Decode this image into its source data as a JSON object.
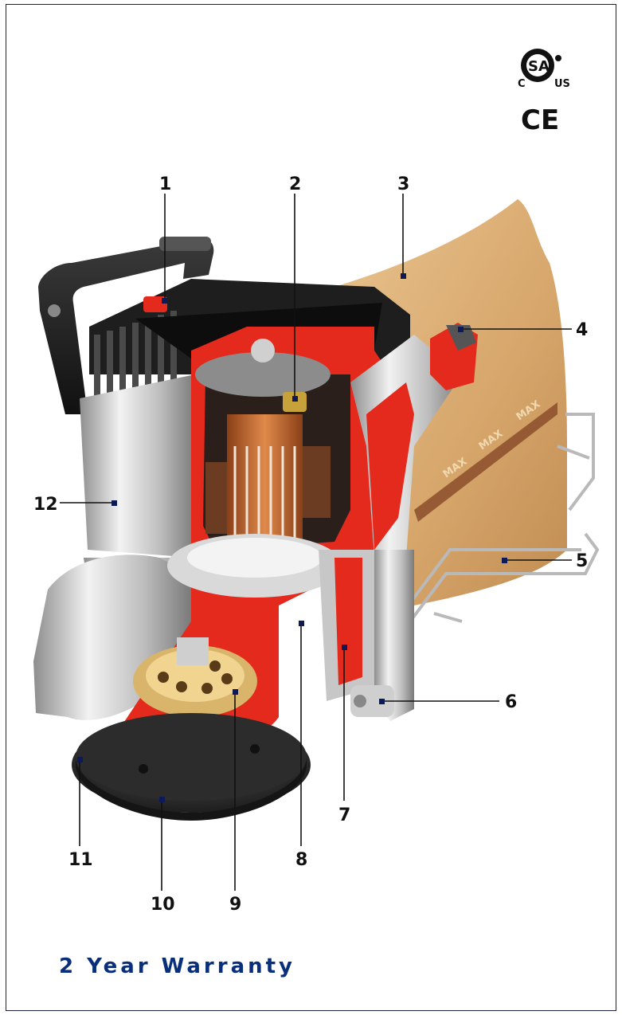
{
  "certifications": {
    "csa_logo_letters": "SA",
    "csa_left": "C",
    "csa_right": "US",
    "ce_mark": "CE"
  },
  "bag_print": "MAX",
  "callouts": [
    {
      "id": "1"
    },
    {
      "id": "2"
    },
    {
      "id": "3"
    },
    {
      "id": "4"
    },
    {
      "id": "5"
    },
    {
      "id": "6"
    },
    {
      "id": "7"
    },
    {
      "id": "8"
    },
    {
      "id": "9"
    },
    {
      "id": "10"
    },
    {
      "id": "11"
    },
    {
      "id": "12"
    }
  ],
  "footer": {
    "warranty": "2 Year Warranty"
  },
  "colors": {
    "border": "#1b2340",
    "callout_text": "#111111",
    "warranty_text": "#0a2f7a",
    "cutaway_red": "#e32a1c",
    "housing_silver": "#c9c9c9",
    "bag_tan": "#d6aa72",
    "copper": "#c46a2f",
    "gear_gold": "#d8b56a"
  }
}
